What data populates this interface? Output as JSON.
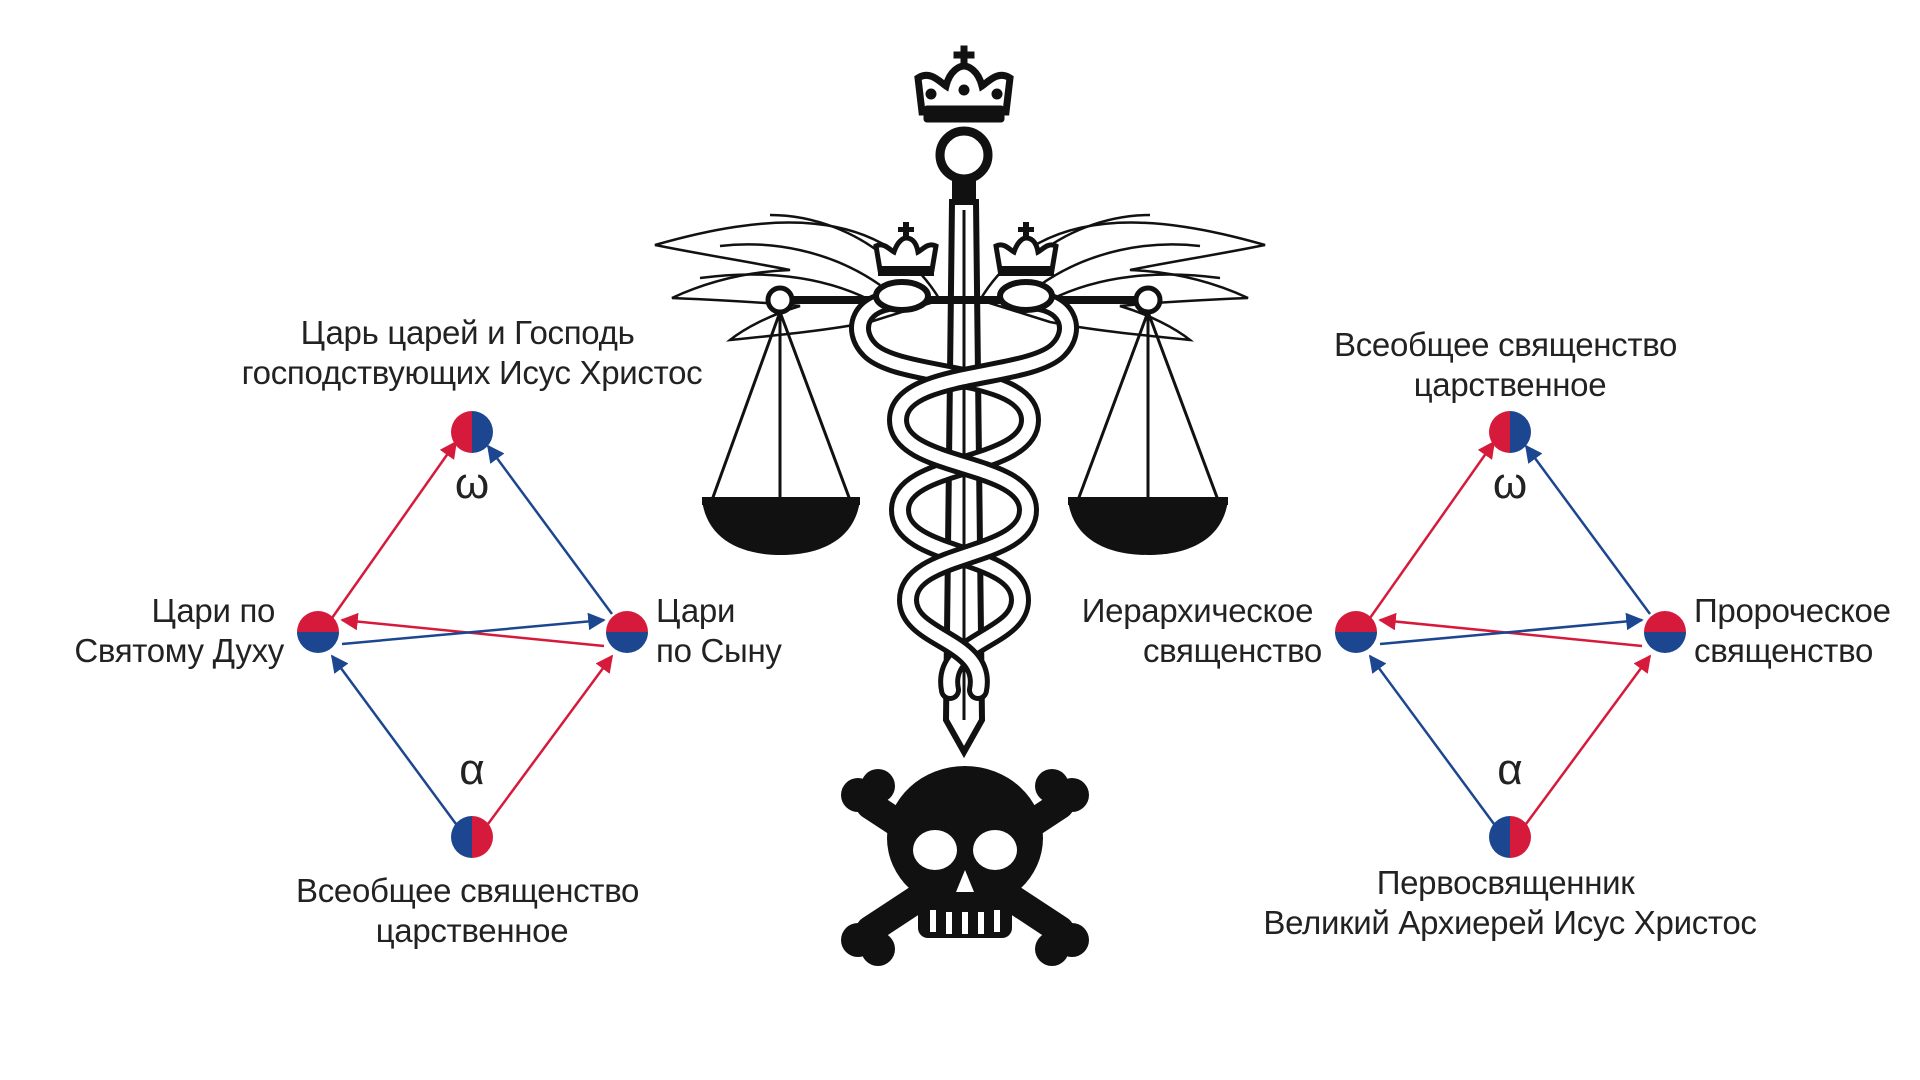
{
  "colors": {
    "red": "#d61a3c",
    "blue": "#1c4690",
    "ink": "#111111",
    "text": "#222222",
    "background": "#ffffff"
  },
  "center_emblem": {
    "icons": [
      "crown-icon",
      "winged-sword-icon",
      "caduceus-serpents-icon",
      "scales-icon",
      "skull-and-crossbones-icon"
    ]
  },
  "left_diagram": {
    "top_label": [
      "Царь царей и Господь",
      "господствующих Исус Христос"
    ],
    "left_label": [
      "Цари по",
      "Святому Духу"
    ],
    "right_label": [
      "Цари",
      "по Сыну"
    ],
    "bottom_label": [
      "Всеобщее священство",
      "царственное"
    ],
    "omega": "ω",
    "alpha": "α"
  },
  "right_diagram": {
    "top_label": [
      "Всеобщее священство",
      "царственное"
    ],
    "left_label": [
      "Иерархическое",
      "священство"
    ],
    "right_label": [
      "Пророческое",
      "священство"
    ],
    "bottom_label": [
      "Первосвященник",
      "Великий Архиерей Исус Христос"
    ],
    "omega": "ω",
    "alpha": "α"
  }
}
